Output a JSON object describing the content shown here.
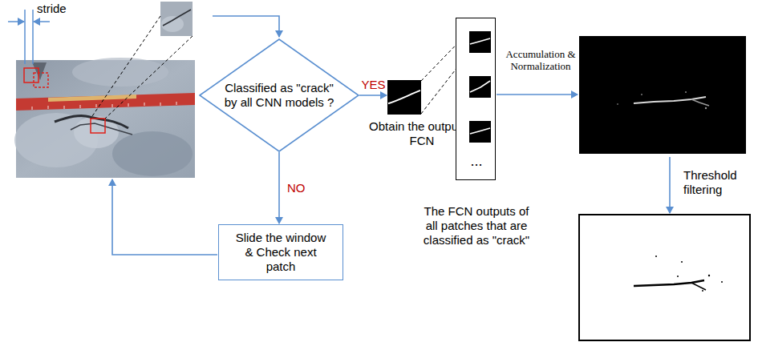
{
  "diagram": {
    "nodes": [
      {
        "text": [
          "Classified as \"crack\" by all CNN models ?"
        ]
      },
      {
        "text": [
          "Slide the window & Check next patch"
        ]
      },
      {
        "text": [
          "Obtain the output of FCN"
        ]
      },
      {
        "text": [
          "...",
          "The FCN outputs of all patches that are classified as \"crack\""
        ]
      }
    ],
    "edges": [
      {
        "from": 0,
        "to": 2,
        "label": "YES",
        "arrow": "to"
      },
      {
        "from": 0,
        "to": 1,
        "label": "NO",
        "arrow": "to"
      }
    ],
    "labels": [
      "stride",
      "Accumulation & Normalization",
      "Threshold filtering"
    ]
  }
}
